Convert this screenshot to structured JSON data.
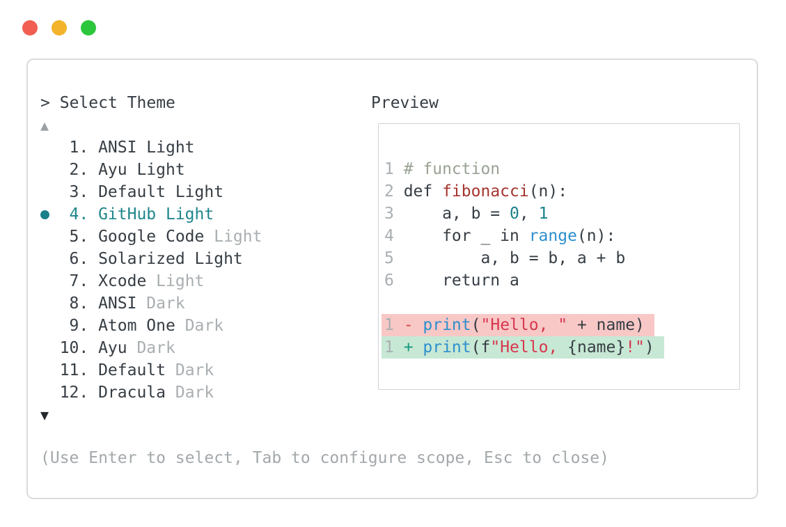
{
  "window": {
    "close_button_color": "#f25f52",
    "minimize_button_color": "#f3b32a",
    "zoom_button_color": "#2bc63c"
  },
  "theme_picker": {
    "prompt_marker": ">",
    "title": "Select Theme",
    "scroll_up_icon": "▲",
    "scroll_down_icon": "▼",
    "selected_item": "GitHub Light",
    "items": [
      {
        "number": "1.",
        "label": "ANSI Light",
        "dim_label": "",
        "selected": false
      },
      {
        "number": "2.",
        "label": "Ayu Light",
        "dim_label": "",
        "selected": false
      },
      {
        "number": "3.",
        "label": "Default Light",
        "dim_label": "",
        "selected": false
      },
      {
        "number": "4.",
        "label": "GitHub Light",
        "dim_label": "",
        "selected": true
      },
      {
        "number": "5.",
        "label": "Google Code",
        "dim_label": "Light",
        "selected": false
      },
      {
        "number": "6.",
        "label": "Solarized Light",
        "dim_label": "",
        "selected": false
      },
      {
        "number": "7.",
        "label": "Xcode",
        "dim_label": "Light",
        "selected": false
      },
      {
        "number": "8.",
        "label": "ANSI",
        "dim_label": "Dark",
        "selected": false
      },
      {
        "number": "9.",
        "label": "Atom One",
        "dim_label": "Dark",
        "selected": false
      },
      {
        "number": "10.",
        "label": "Ayu",
        "dim_label": "Dark",
        "selected": false
      },
      {
        "number": "11.",
        "label": "Default",
        "dim_label": "Dark",
        "selected": false
      },
      {
        "number": "12.",
        "label": "Dracula",
        "dim_label": "Dark",
        "selected": false
      }
    ]
  },
  "preview": {
    "title": "Preview",
    "code_lines": [
      {
        "number": "1",
        "tokens": [
          {
            "text": "# function",
            "type": "comment"
          }
        ]
      },
      {
        "number": "2",
        "tokens": [
          {
            "text": "def ",
            "type": "plain"
          },
          {
            "text": "fibonacci",
            "type": "function"
          },
          {
            "text": "(n):",
            "type": "plain"
          }
        ]
      },
      {
        "number": "3",
        "tokens": [
          {
            "text": "    a, b = ",
            "type": "plain"
          },
          {
            "text": "0",
            "type": "number"
          },
          {
            "text": ", ",
            "type": "plain"
          },
          {
            "text": "1",
            "type": "number"
          }
        ]
      },
      {
        "number": "4",
        "tokens": [
          {
            "text": "    for _ in ",
            "type": "plain"
          },
          {
            "text": "range",
            "type": "builtin"
          },
          {
            "text": "(n):",
            "type": "plain"
          }
        ]
      },
      {
        "number": "5",
        "tokens": [
          {
            "text": "        a, b = b, a + b",
            "type": "plain"
          }
        ]
      },
      {
        "number": "6",
        "tokens": [
          {
            "text": "    return a",
            "type": "plain"
          }
        ]
      }
    ],
    "diff_lines": [
      {
        "number": "1",
        "kind": "removed",
        "tokens": [
          {
            "text": "- ",
            "type": "diff-remove"
          },
          {
            "text": "print",
            "type": "builtin"
          },
          {
            "text": "(",
            "type": "plain"
          },
          {
            "text": "\"Hello, \"",
            "type": "string"
          },
          {
            "text": " + name)",
            "type": "plain"
          }
        ]
      },
      {
        "number": "1",
        "kind": "added",
        "tokens": [
          {
            "text": "+ ",
            "type": "diff-add"
          },
          {
            "text": "print",
            "type": "builtin"
          },
          {
            "text": "(f",
            "type": "plain"
          },
          {
            "text": "\"Hello, ",
            "type": "string"
          },
          {
            "text": "{name}",
            "type": "plain"
          },
          {
            "text": "!\"",
            "type": "string"
          },
          {
            "text": ")",
            "type": "plain"
          }
        ]
      }
    ]
  },
  "footer": {
    "hint": "(Use Enter to select, Tab to configure scope, Esc to close)"
  },
  "colors": {
    "selected_teal": "#1f868c",
    "selection_dot": "#17808a",
    "dim_text": "#a9aeb1",
    "comment": "#99a294",
    "function_red": "#a5352f",
    "number_teal": "#19808a",
    "builtin_blue": "#2e8fcd",
    "string_red": "#d8374e",
    "diff_removed_bg": "#f8c8c6",
    "diff_added_bg": "#c7e8d4"
  }
}
